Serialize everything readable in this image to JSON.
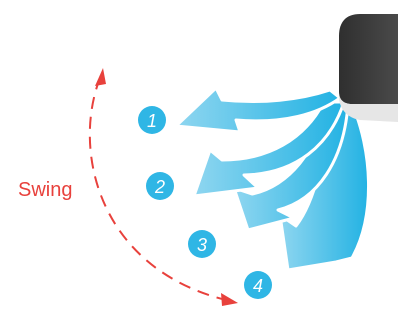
{
  "diagram": {
    "swing_label": "Swing",
    "positions": [
      "1",
      "2",
      "3",
      "4"
    ],
    "colors": {
      "accent_red": "#e8413c",
      "airflow_light": "#7fd0ee",
      "airflow_dark": "#22b2e3",
      "badge": "#2fb6e5",
      "unit_body": "#3d3d3d",
      "unit_trim": "#e6e6e6"
    }
  }
}
